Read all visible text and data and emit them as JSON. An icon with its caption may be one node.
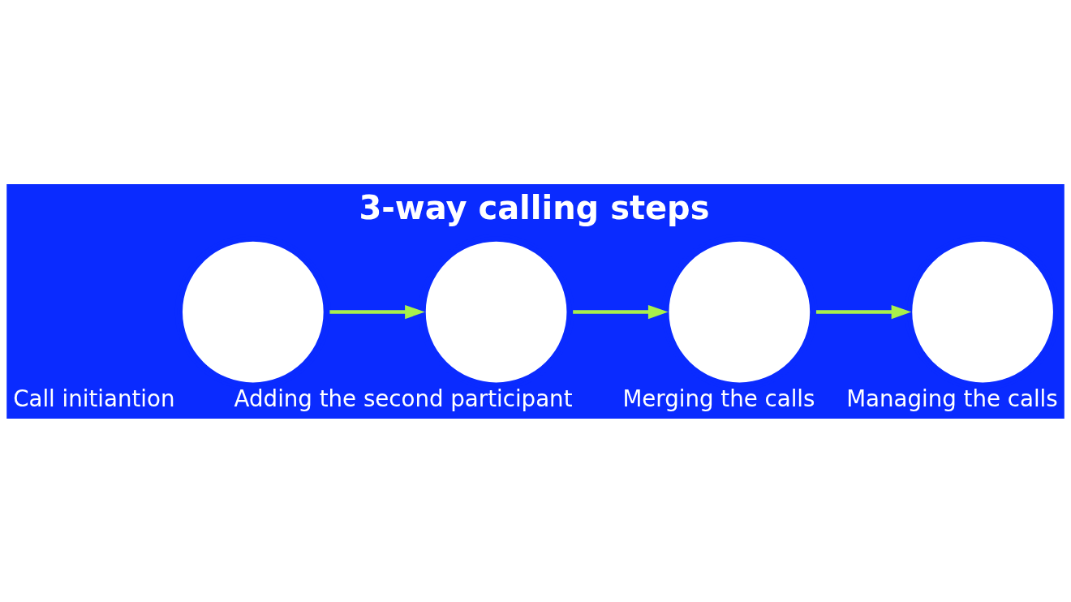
{
  "diagram": {
    "title": "3-way calling steps",
    "nodes": [
      {
        "text": [],
        "shape": "circle",
        "beside": [
          "Call initiantion"
        ]
      },
      {
        "text": [],
        "shape": "circle",
        "beside": [
          "Adding the second participant"
        ]
      },
      {
        "text": [],
        "shape": "circle",
        "beside": [
          "Merging the calls"
        ]
      },
      {
        "text": [],
        "shape": "circle",
        "beside": [
          "Managing the calls"
        ]
      }
    ],
    "edges": [
      {
        "from": 0,
        "to": 1,
        "arrow": "to"
      },
      {
        "from": 1,
        "to": 2,
        "arrow": "to"
      },
      {
        "from": 2,
        "to": 3,
        "arrow": "to"
      }
    ]
  }
}
